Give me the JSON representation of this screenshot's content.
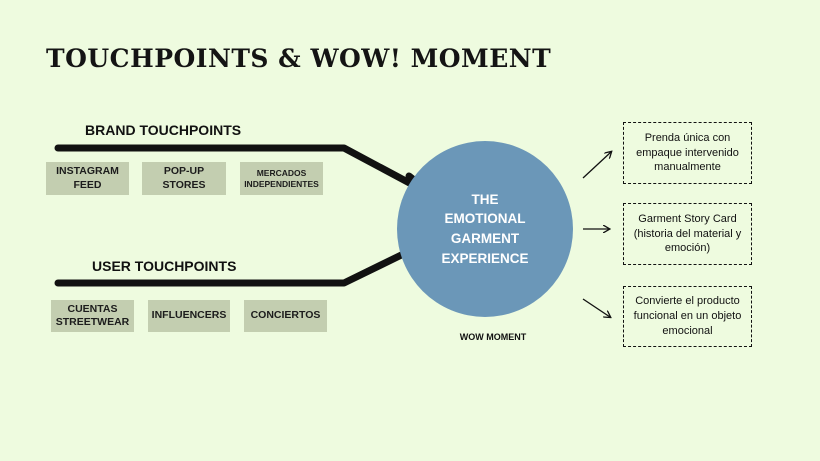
{
  "title": "TOUCHPOINTS & WOW! MOMENT",
  "brand": {
    "label": "BRAND TOUCHPOINTS",
    "tags": [
      "INSTAGRAM\nFEED",
      "POP-UP\nSTORES",
      "MERCADOS\nINDEPENDIENTES"
    ]
  },
  "user": {
    "label": "USER TOUCHPOINTS",
    "tags": [
      "CUENTAS\nSTREETWEAR",
      "INFLUENCERS",
      "CONCIERTOS"
    ]
  },
  "center": {
    "text": "THE\nEMOTIONAL\nGARMENT\nEXPERIENCE",
    "caption": "WOW MOMENT"
  },
  "outputs": [
    "Prenda única con\nempaque intervenido\nmanualmente",
    "Garment Story Card\n(historia del material y\nemoción)",
    "Convierte el producto\nfuncional en un objeto\nemocional"
  ],
  "colors": {
    "background": "#eefbdf",
    "tag": "#c3ceb0",
    "circle": "#6b97b8"
  }
}
